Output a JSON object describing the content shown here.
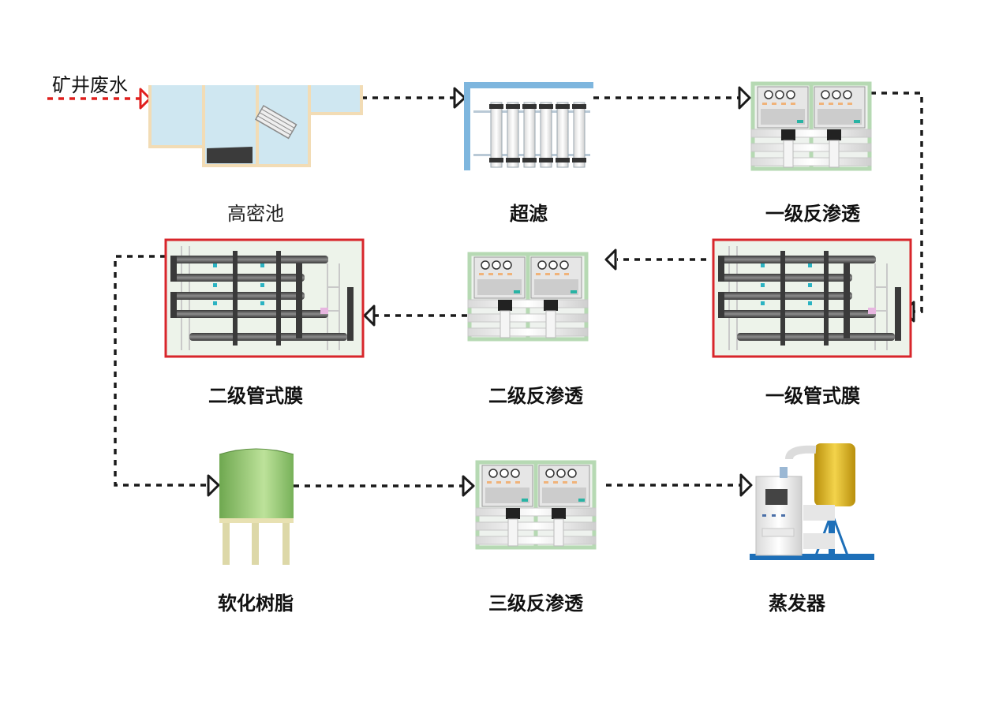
{
  "source": {
    "label": "矿井废水"
  },
  "stages": [
    {
      "id": "high-density-tank",
      "label": "高密池"
    },
    {
      "id": "ultrafiltration",
      "label": "超滤"
    },
    {
      "id": "primary-ro",
      "label": "一级反渗透"
    },
    {
      "id": "primary-tubular-membrane",
      "label": "一级管式膜"
    },
    {
      "id": "secondary-ro",
      "label": "二级反渗透"
    },
    {
      "id": "secondary-tubular-membrane",
      "label": "二级管式膜"
    },
    {
      "id": "softening-resin",
      "label": "软化树脂"
    },
    {
      "id": "tertiary-ro",
      "label": "三级反渗透"
    },
    {
      "id": "evaporator",
      "label": "蒸发器"
    }
  ],
  "colors": {
    "inflow_line": "#e0201e",
    "flow_line": "#1a1a1a",
    "highlight_border": "#d8262b",
    "water": "#cfe7f1",
    "tank_wall": "#f2dcb5",
    "resin_tank": "#8fc16a",
    "evaporator_vessel": "#d9b21a",
    "frame_blue": "#1d6fb8"
  },
  "icons": [
    "tank-icon",
    "uf-skid-icon",
    "ro-skid-icon",
    "tubular-membrane-icon",
    "resin-tank-icon",
    "evaporator-icon",
    "arrowhead-icon"
  ]
}
